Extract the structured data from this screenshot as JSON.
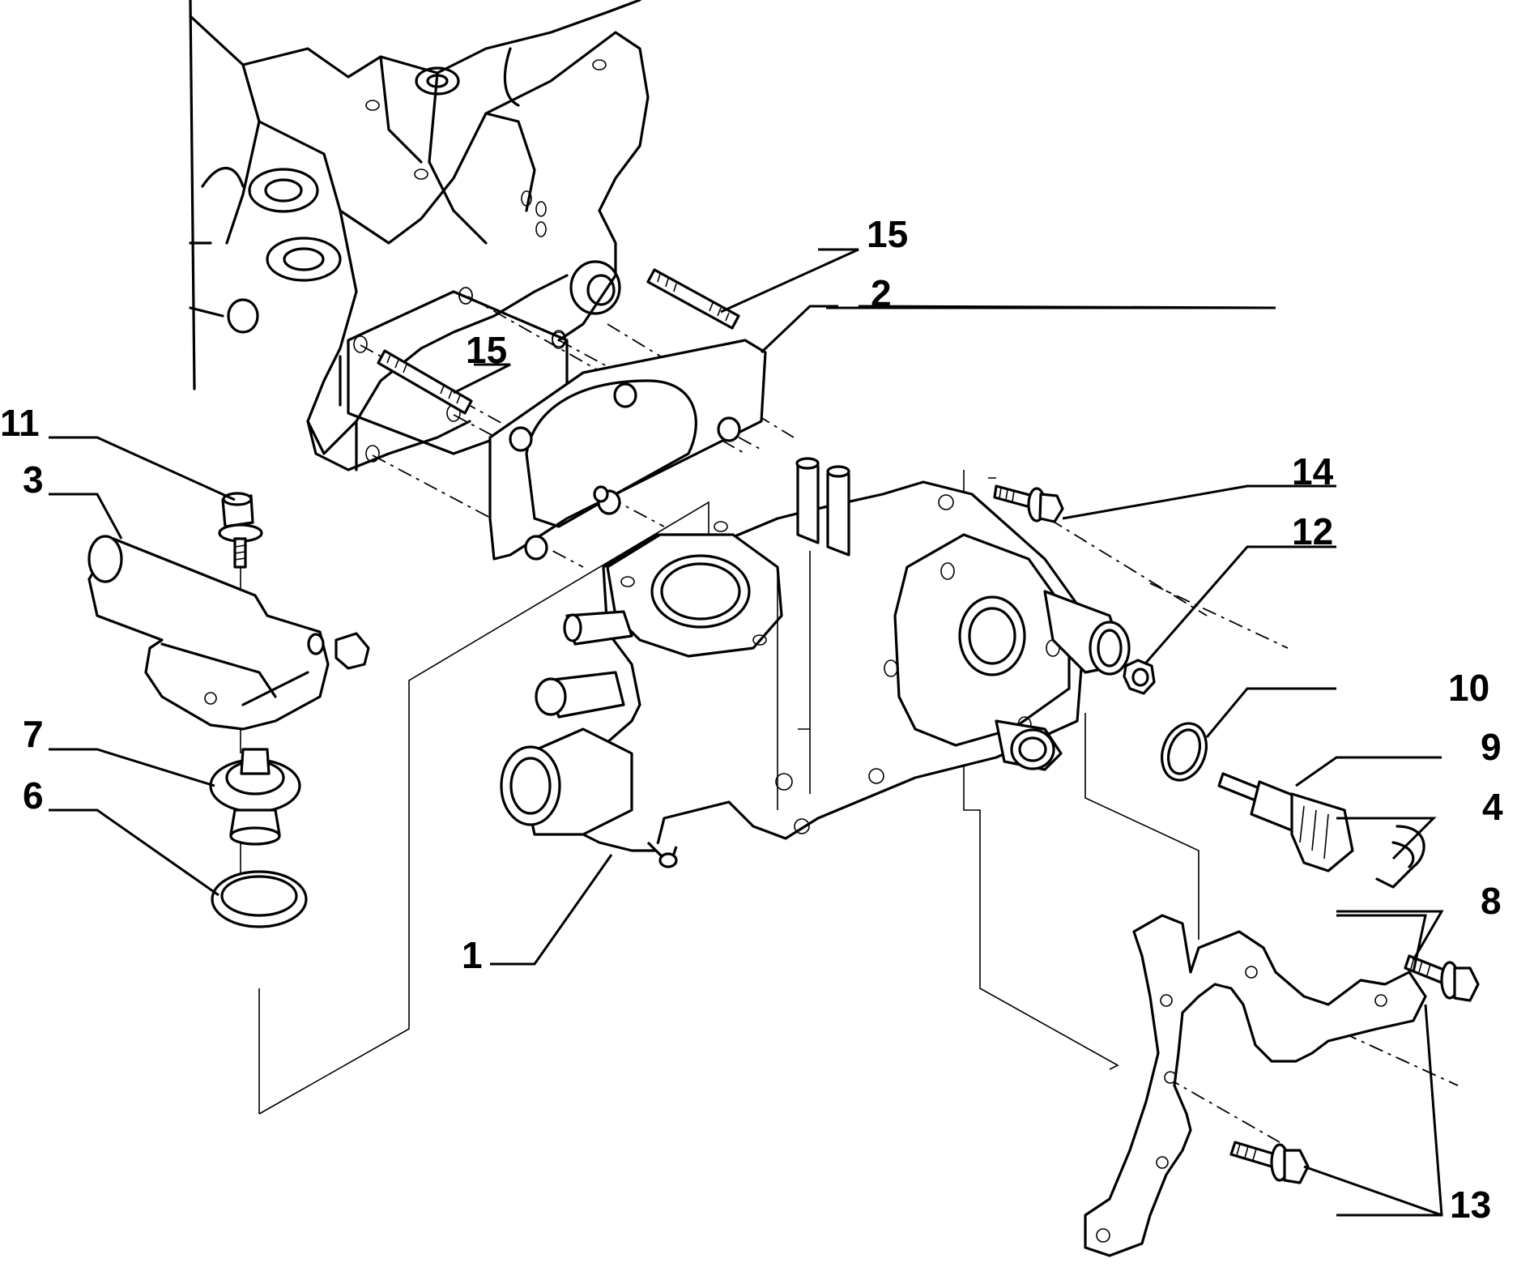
{
  "diagram": {
    "callouts": [
      {
        "id": "1",
        "text": "1"
      },
      {
        "id": "2",
        "text": "2"
      },
      {
        "id": "3",
        "text": "3"
      },
      {
        "id": "4",
        "text": "4"
      },
      {
        "id": "6",
        "text": "6"
      },
      {
        "id": "7",
        "text": "7"
      },
      {
        "id": "8",
        "text": "8"
      },
      {
        "id": "9",
        "text": "9"
      },
      {
        "id": "10",
        "text": "10"
      },
      {
        "id": "11",
        "text": "11"
      },
      {
        "id": "12",
        "text": "12"
      },
      {
        "id": "13",
        "text": "13"
      },
      {
        "id": "14",
        "text": "14"
      },
      {
        "id": "15a",
        "text": "15"
      },
      {
        "id": "15b",
        "text": "15"
      }
    ]
  }
}
